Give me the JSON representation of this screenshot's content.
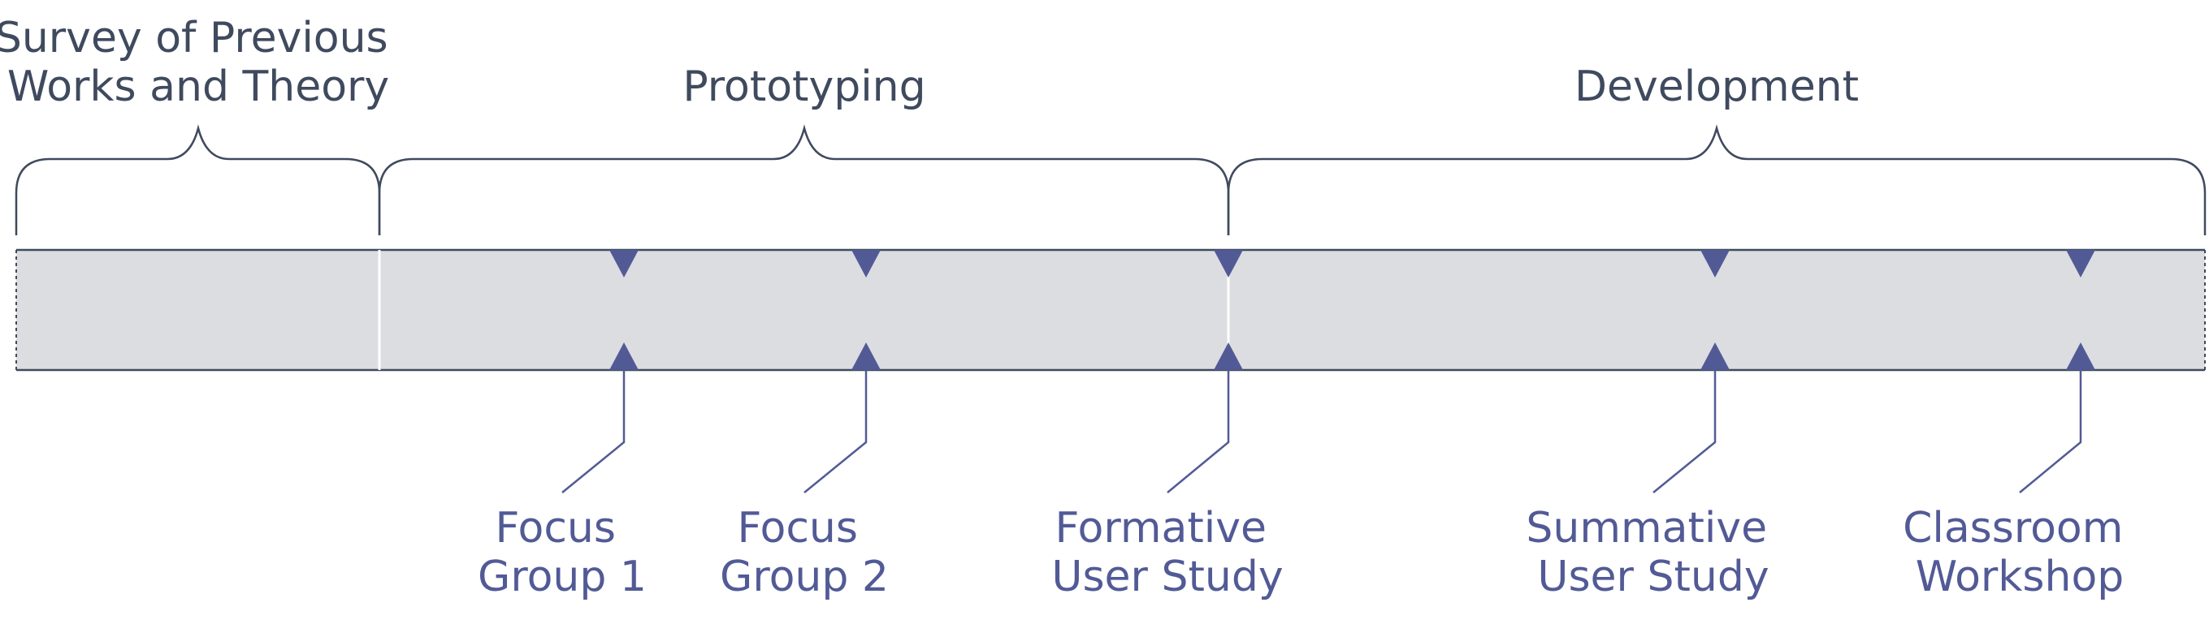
{
  "colors": {
    "phase_text": "#3f4a5e",
    "milestone_text": "#525a96",
    "accent": "#525a96",
    "band_fill": "#dcdde0",
    "band_stroke": "#3f4a5e",
    "brace_stroke": "#3f4a5e"
  },
  "phases": [
    {
      "lines": [
        "Survey of Previous",
        "Works and Theory"
      ]
    },
    {
      "lines": [
        "Prototyping"
      ]
    },
    {
      "lines": [
        "Development"
      ]
    }
  ],
  "milestones": [
    {
      "lines": [
        "Focus",
        "Group 1"
      ]
    },
    {
      "lines": [
        "Focus",
        "Group 2"
      ]
    },
    {
      "lines": [
        "Formative",
        "User Study"
      ]
    },
    {
      "lines": [
        "Summative",
        "User Study"
      ]
    },
    {
      "lines": [
        "Classroom",
        "Workshop"
      ]
    }
  ]
}
